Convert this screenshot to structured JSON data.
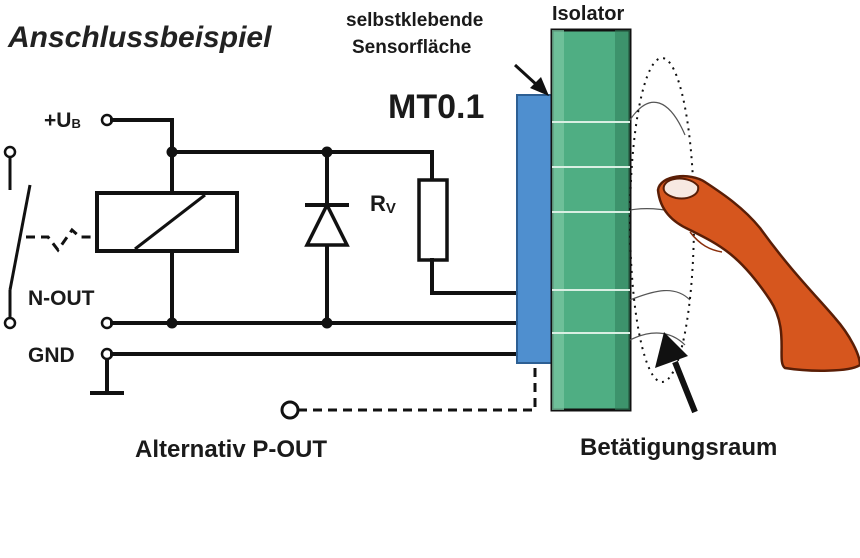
{
  "title": "Anschlussbeispiel",
  "labels": {
    "supply_plus": "+U",
    "supply_sub": "B",
    "n_out": "N-OUT",
    "gnd": "GND",
    "alt_p_out": "Alternativ P-OUT",
    "rv_main": "R",
    "rv_sub": "V",
    "sensor_model": "MT0.1",
    "adhesive_line1": "selbstklebende",
    "adhesive_line2": "Sensorfläche",
    "insulator": "Isolator",
    "actuation_zone": "Betätigungsraum"
  },
  "colors": {
    "sensor": "#4f8fcf",
    "insulator": "#4fae83",
    "insulator_dark": "#2f7e5a",
    "finger": "#d6561e",
    "wire": "#111111"
  },
  "icons": [
    "switch-icon",
    "relay-coil-icon",
    "diode-icon",
    "resistor-icon",
    "ground-icon",
    "finger-icon",
    "arrow-icon"
  ]
}
